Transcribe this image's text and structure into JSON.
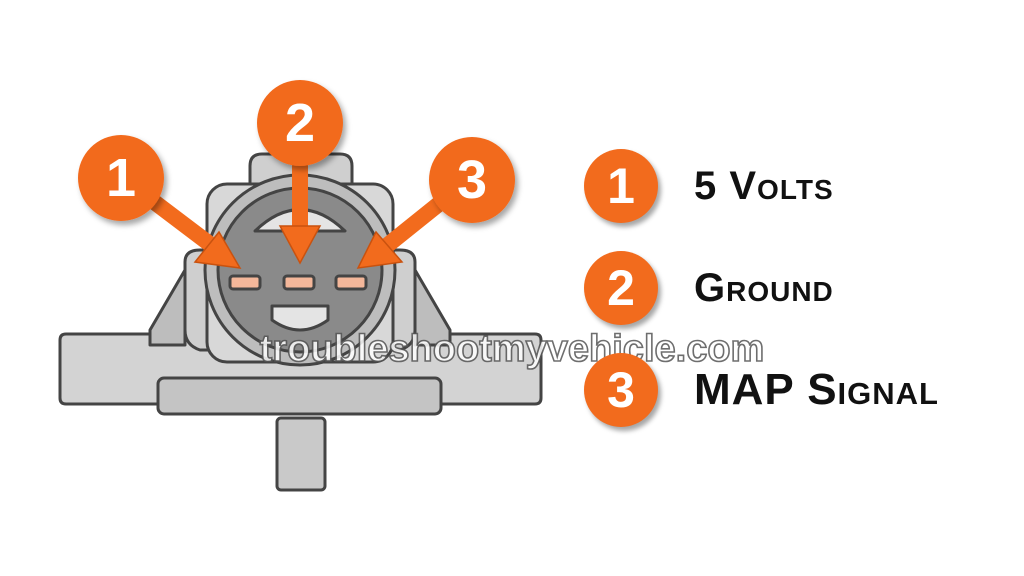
{
  "diagram": {
    "pins": [
      {
        "number": "1",
        "label": "5 Volts"
      },
      {
        "number": "2",
        "label": "Ground"
      },
      {
        "number": "3",
        "label": "MAP Signal"
      }
    ],
    "watermark": "troubleshootmyvehicle.com",
    "colors": {
      "badge": "#f26b1d",
      "pin": "#f4b79a",
      "sensor_body": "#cfcfcf",
      "connector_face": "#8a8a8a"
    }
  }
}
